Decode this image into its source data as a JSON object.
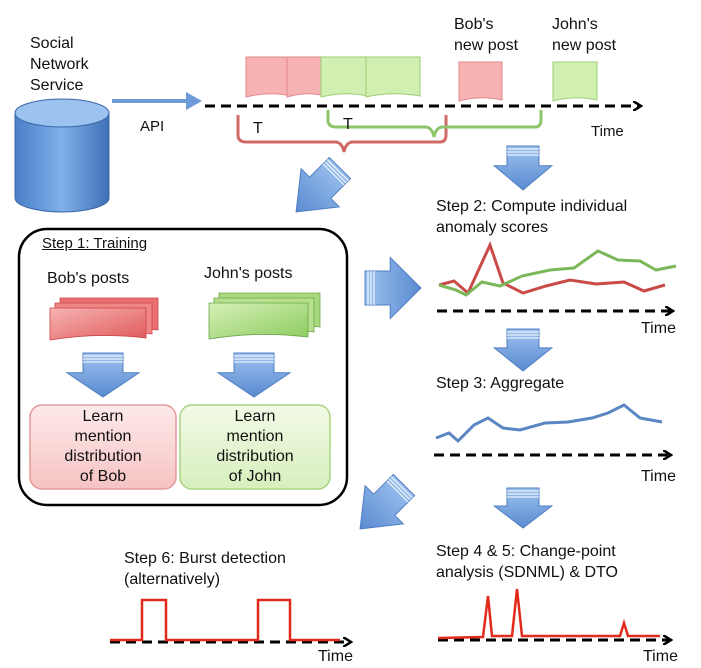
{
  "source": {
    "service_label": "Social\nNetwork\nService",
    "api_label": "API"
  },
  "timeline": {
    "bob_new_post": "Bob's\nnew post",
    "john_new_post": "John's\nnew post",
    "window_label_1": "T",
    "window_label_2": "T",
    "axis_label": "Time"
  },
  "training": {
    "title": "Step 1: Training",
    "bob_posts_label": "Bob's posts",
    "john_posts_label": "John's posts",
    "bob_box": "Learn\nmention\ndistribution\nof Bob",
    "john_box": "Learn\nmention\ndistribution\nof John"
  },
  "steps": {
    "step2_title": "Step 2: Compute individual\nanomaly scores",
    "step3_title": "Step 3: Aggregate",
    "step45_title": "Step 4 & 5: Change-point\nanalysis (SDNML) & DTO",
    "step6_title": "Step 6: Burst detection\n(alternatively)",
    "time_label": "Time"
  },
  "colors": {
    "bob": "#c94a47",
    "bob_fill": "#f4a3a3",
    "john": "#7cb85a",
    "john_fill": "#bfe29c",
    "aggregate": "#5b86c4",
    "arrow": "#6e9bd8",
    "spike": "#e02a1a"
  },
  "icons": {
    "database": "database-icon",
    "flow_arrow": "block-arrow-icon"
  }
}
